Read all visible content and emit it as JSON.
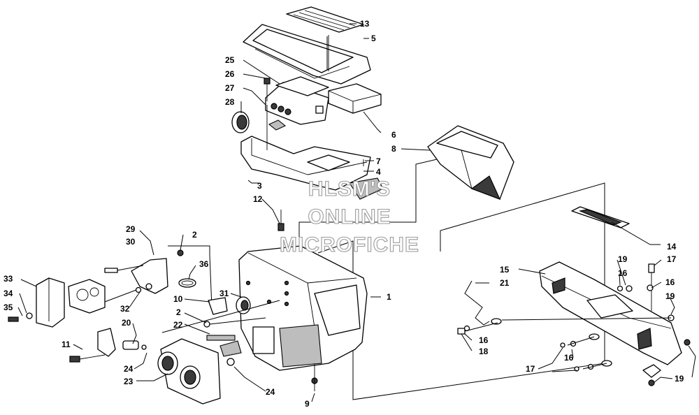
{
  "diagram": {
    "watermark": {
      "lines": [
        "HLSM'S",
        "ONLINE",
        "MICROFICHE"
      ]
    },
    "callouts": [
      {
        "id": "c13",
        "text": "13"
      },
      {
        "id": "c5",
        "text": "5"
      },
      {
        "id": "c25",
        "text": "25"
      },
      {
        "id": "c26",
        "text": "26"
      },
      {
        "id": "c27",
        "text": "27"
      },
      {
        "id": "c28",
        "text": "28"
      },
      {
        "id": "c6",
        "text": "6"
      },
      {
        "id": "c8",
        "text": "8"
      },
      {
        "id": "c7",
        "text": "7"
      },
      {
        "id": "c4",
        "text": "4"
      },
      {
        "id": "c3",
        "text": "3"
      },
      {
        "id": "c12",
        "text": "12"
      },
      {
        "id": "c29",
        "text": "29"
      },
      {
        "id": "c30",
        "text": "30"
      },
      {
        "id": "c2a",
        "text": "2"
      },
      {
        "id": "c36",
        "text": "36"
      },
      {
        "id": "c1",
        "text": "1"
      },
      {
        "id": "c14",
        "text": "14"
      },
      {
        "id": "c15",
        "text": "15"
      },
      {
        "id": "c19a",
        "text": "19"
      },
      {
        "id": "c17a",
        "text": "17"
      },
      {
        "id": "c16a",
        "text": "16"
      },
      {
        "id": "c21",
        "text": "21"
      },
      {
        "id": "c16b",
        "text": "16"
      },
      {
        "id": "c19b",
        "text": "19"
      },
      {
        "id": "c33",
        "text": "33"
      },
      {
        "id": "c34",
        "text": "34"
      },
      {
        "id": "c35",
        "text": "35"
      },
      {
        "id": "c32",
        "text": "32"
      },
      {
        "id": "c31",
        "text": "31"
      },
      {
        "id": "c10",
        "text": "10"
      },
      {
        "id": "c2b",
        "text": "2"
      },
      {
        "id": "c22",
        "text": "22"
      },
      {
        "id": "c20",
        "text": "20"
      },
      {
        "id": "c11",
        "text": "11"
      },
      {
        "id": "c24a",
        "text": "24"
      },
      {
        "id": "c23",
        "text": "23"
      },
      {
        "id": "c24b",
        "text": "24"
      },
      {
        "id": "c9",
        "text": "9"
      },
      {
        "id": "c16c",
        "text": "16"
      },
      {
        "id": "c18",
        "text": "18"
      },
      {
        "id": "c17b",
        "text": "17"
      },
      {
        "id": "c16d",
        "text": "16"
      },
      {
        "id": "c19c",
        "text": "19"
      }
    ]
  }
}
